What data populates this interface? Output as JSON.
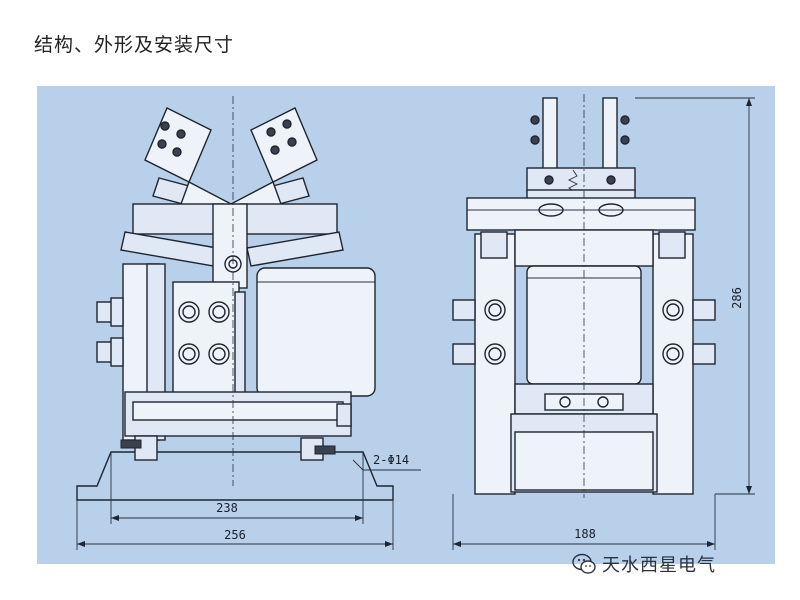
{
  "header": {
    "title": "结构、外形及安装尺寸"
  },
  "dimensions": {
    "left_inner_width": "238",
    "left_overall_width": "256",
    "right_width": "188",
    "right_height": "286",
    "hole_spec": "2-Φ14"
  },
  "watermark": {
    "text": "天水西星电气",
    "icon": "wechat-icon"
  },
  "colors": {
    "panel_background": "#b9d0ea",
    "line": "#1f2530"
  }
}
